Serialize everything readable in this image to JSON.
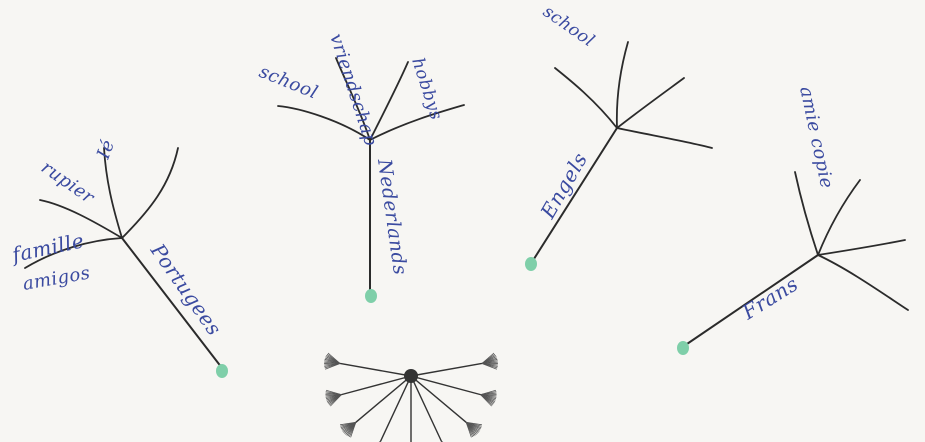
{
  "colors": {
    "paper": "#f7f6f3",
    "ink": "#3a4aa0",
    "stem": "#2b2b2b",
    "seed": "#7fcfa9"
  },
  "seeds": [
    {
      "words": {
        "ie": "Ié",
        "topic": "rupier",
        "family": "famille",
        "friends": "amigos",
        "language": "Portugees"
      }
    },
    {
      "words": {
        "school": "school",
        "friends": "vriendschap",
        "hobbies": "hobbys",
        "language": "Nederlands"
      }
    },
    {
      "words": {
        "school": "school",
        "language": "Engels"
      }
    },
    {
      "words": {
        "friends": "amie copie",
        "language": "Frans"
      }
    }
  ],
  "dandelion_head": {
    "icon": "dandelion-seed-head-icon"
  }
}
